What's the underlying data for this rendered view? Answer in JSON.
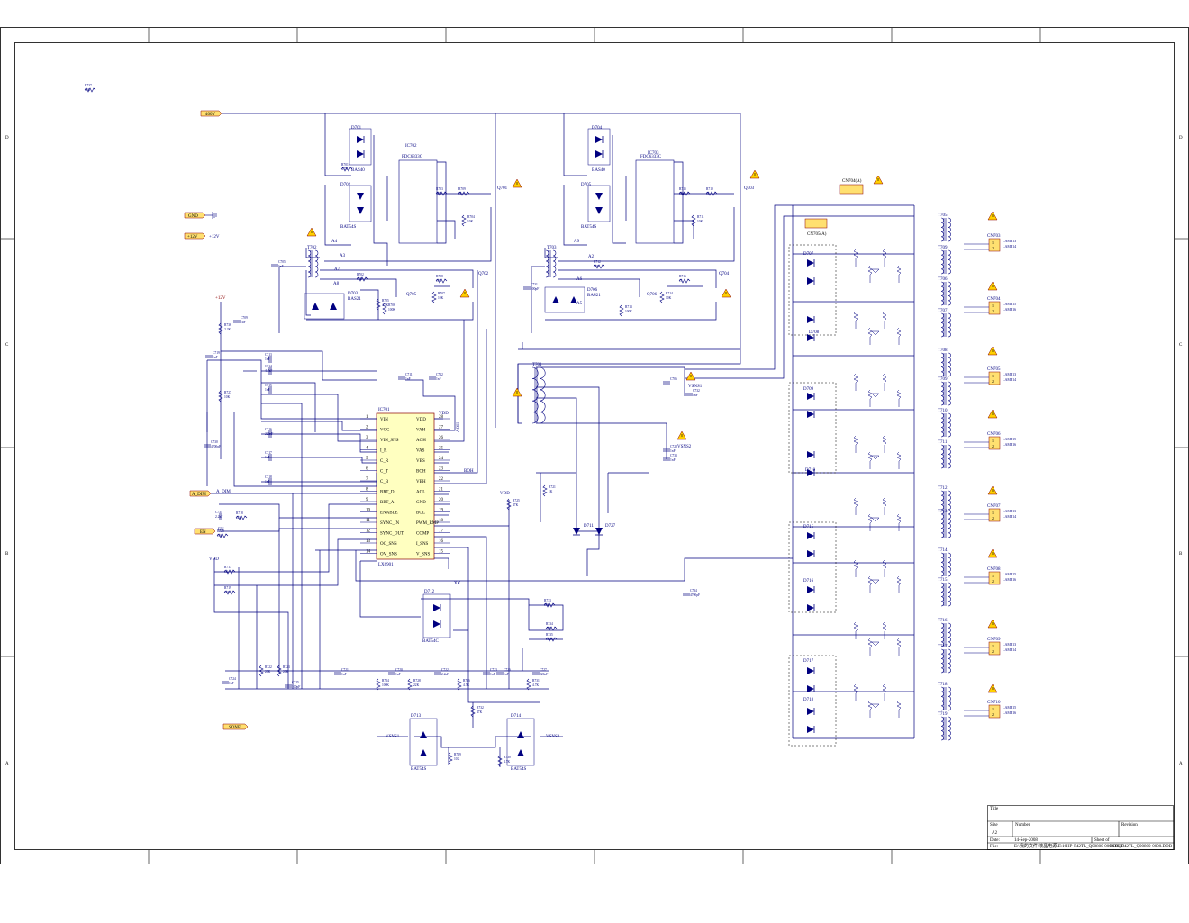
{
  "sheet": {
    "zone_rows": [
      "D",
      "C",
      "B",
      "A"
    ],
    "title_block": {
      "title_label": "Title",
      "size_label": "Size",
      "size_value": "A2",
      "number_label": "Number",
      "revision_label": "Revision",
      "date_label": "Date:",
      "date_value": "14-Sep-2008",
      "sheet_label": "Sheet   of",
      "file_label": "File:",
      "file_value": "E:\\我的文件\\液晶电源\\E\\16HP-F42TL_Q00800-0000.DDB",
      "drawn_label": "DDB_F42TL_Q00800-0000.DDB"
    }
  },
  "net_flags": {
    "v400": "400V",
    "gnd": "GND",
    "p12v": "+12V",
    "p12v_out": "+12V",
    "a_dim": "A_DIM",
    "en": "EN",
    "sone": "SONE",
    "cn704": "CN704(A)",
    "cn705": "CN705(A)"
  },
  "ic": {
    "ref": "IC701",
    "part": "LX6901",
    "left_pins": [
      {
        "num": "1",
        "name": "VIN"
      },
      {
        "num": "2",
        "name": "VCC"
      },
      {
        "num": "3",
        "name": "VIN_SNS"
      },
      {
        "num": "4",
        "name": "I_R"
      },
      {
        "num": "5",
        "name": "C_R"
      },
      {
        "num": "6",
        "name": "C_T"
      },
      {
        "num": "7",
        "name": "C_B"
      },
      {
        "num": "8",
        "name": "BRT_D"
      },
      {
        "num": "9",
        "name": "BRT_A"
      },
      {
        "num": "10",
        "name": "ENABLE"
      },
      {
        "num": "11",
        "name": "SYNC_IN"
      },
      {
        "num": "12",
        "name": "SYNC_OUT"
      },
      {
        "num": "13",
        "name": "OC_SNS"
      },
      {
        "num": "14",
        "name": "OV_SNS"
      }
    ],
    "right_pins": [
      {
        "num": "28",
        "name": "VDD"
      },
      {
        "num": "27",
        "name": "VAH"
      },
      {
        "num": "26",
        "name": "AOH"
      },
      {
        "num": "25",
        "name": "VAS"
      },
      {
        "num": "24",
        "name": "VBS"
      },
      {
        "num": "23",
        "name": "BOH"
      },
      {
        "num": "22",
        "name": "VBH"
      },
      {
        "num": "21",
        "name": "AOL"
      },
      {
        "num": "20",
        "name": "GND"
      },
      {
        "num": "19",
        "name": "BOL"
      },
      {
        "num": "18",
        "name": "PWM_RMP"
      },
      {
        "num": "17",
        "name": "COMP"
      },
      {
        "num": "16",
        "name": "I_SNS"
      },
      {
        "num": "15",
        "name": "V_SNS"
      }
    ]
  },
  "driver_ics": [
    {
      "ref": "IC702",
      "part": "FDC6333C"
    },
    {
      "ref": "IC703",
      "part": "FDC6333C"
    }
  ],
  "diodes": [
    {
      "ref": "D701",
      "part": "BAS40"
    },
    {
      "ref": "D702",
      "part": "BAT54S"
    },
    {
      "ref": "D703",
      "part": "BAS21"
    },
    {
      "ref": "D704",
      "part": "BAS40"
    },
    {
      "ref": "D705",
      "part": "BAT54S"
    },
    {
      "ref": "D706",
      "part": "BAS21"
    },
    {
      "ref": "D712",
      "part": "BAT54C"
    },
    {
      "ref": "D713",
      "part": "BAT54S"
    },
    {
      "ref": "D714",
      "part": "BAT54S"
    },
    {
      "ref": "D711",
      "part": ""
    },
    {
      "ref": "D727",
      "part": ""
    }
  ],
  "lamp_diodes": [
    "D707",
    "D708",
    "D709",
    "D710",
    "D715",
    "D716",
    "D717",
    "D718"
  ],
  "transformers_drive": [
    "T702",
    "T703",
    "T701"
  ],
  "transformers_out": [
    "T705",
    "T709",
    "T706",
    "T707",
    "T708",
    "T709",
    "T710",
    "T711",
    "T712",
    "T713",
    "T714",
    "T715",
    "T716",
    "T717",
    "T718",
    "T719"
  ],
  "connectors": [
    {
      "ref": "CN703",
      "pins": [
        "LAMP13",
        "LAMP14"
      ]
    },
    {
      "ref": "CN704",
      "pins": [
        "LAMP15",
        "LAMP16"
      ]
    },
    {
      "ref": "CN705",
      "pins": [
        "LAMP13",
        "LAMP14"
      ]
    },
    {
      "ref": "CN706",
      "pins": [
        "LAMP15",
        "LAMP16"
      ]
    },
    {
      "ref": "CN707",
      "pins": [
        "LAMP13",
        "LAMP14"
      ]
    },
    {
      "ref": "CN708",
      "pins": [
        "LAMP15",
        "LAMP16"
      ]
    },
    {
      "ref": "CN709",
      "pins": [
        "LAMP13",
        "LAMP14"
      ]
    },
    {
      "ref": "CN710",
      "pins": [
        "LAMP15",
        "LAMP16"
      ]
    }
  ],
  "mosfets": [
    "Q701",
    "Q702",
    "Q703",
    "Q704",
    "Q705",
    "Q706"
  ],
  "nets": {
    "a3": "A3",
    "a4": "A4",
    "a6": "A6",
    "a7": "A7",
    "a8": "A8",
    "a9": "A9",
    "a2": "A2",
    "a5": "A5",
    "aoh": "AOH",
    "boh": "BOH",
    "xx": "XX",
    "vdd1": "VDD",
    "vdd2": "VDD",
    "vdd3": "VDD",
    "vsns1": "VSNS1",
    "vsns2": "VSNS2",
    "vsns1b": "VSNS1",
    "vsns2b": "VSNS2"
  },
  "passives": [
    {
      "ref": "C705",
      "val": "1nF"
    },
    {
      "ref": "C706",
      "val": ""
    },
    {
      "ref": "C709",
      "val": "1uF"
    },
    {
      "ref": "C711",
      "val": "1nF"
    },
    {
      "ref": "C712",
      "val": "1nF"
    },
    {
      "ref": "C713",
      "val": "1nF"
    },
    {
      "ref": "C714",
      "val": "4.7nF"
    },
    {
      "ref": "C715",
      "val": "1nF"
    },
    {
      "ref": "C716",
      "val": "220nF"
    },
    {
      "ref": "C717",
      "val": "1nF"
    },
    {
      "ref": "C718",
      "val": "1nF"
    },
    {
      "ref": "C719",
      "val": "1uF"
    },
    {
      "ref": "C720",
      "val": "1uF"
    },
    {
      "ref": "C721",
      "val": "1nF"
    },
    {
      "ref": "C722",
      "val": "2.2nF"
    },
    {
      "ref": "C723",
      "val": "1nF"
    },
    {
      "ref": "C724",
      "val": "1nF"
    },
    {
      "ref": "C725",
      "val": "100pF"
    },
    {
      "ref": "C726",
      "val": "1nF"
    },
    {
      "ref": "C727",
      "val": "220nF"
    },
    {
      "ref": "C728",
      "val": "1nF"
    },
    {
      "ref": "C730",
      "val": "4700pF"
    },
    {
      "ref": "C731",
      "val": "100pF"
    },
    {
      "ref": "C732",
      "val": "1nF"
    },
    {
      "ref": "C733",
      "val": "1nF"
    },
    {
      "ref": "C734",
      "val": "4700pF"
    },
    {
      "ref": "C735",
      "val": "2.2nF"
    },
    {
      "ref": "R701",
      "val": "4.7K"
    },
    {
      "ref": "R702",
      "val": "10K"
    },
    {
      "ref": "R703",
      "val": "10K"
    },
    {
      "ref": "R704",
      "val": "10K"
    },
    {
      "ref": "R705",
      "val": "4.7K"
    },
    {
      "ref": "R706",
      "val": "100K"
    },
    {
      "ref": "R707",
      "val": "10K"
    },
    {
      "ref": "R708",
      "val": "10K"
    },
    {
      "ref": "R709",
      "val": "15"
    },
    {
      "ref": "R710",
      "val": "15"
    },
    {
      "ref": "R711",
      "val": "10K"
    },
    {
      "ref": "R712",
      "val": "10K"
    },
    {
      "ref": "R713",
      "val": "100K"
    },
    {
      "ref": "R714",
      "val": "10K"
    },
    {
      "ref": "R715",
      "val": "10K"
    },
    {
      "ref": "R716",
      "val": "15"
    },
    {
      "ref": "R717",
      "val": "1K"
    },
    {
      "ref": "R718",
      "val": "22K"
    },
    {
      "ref": "R719",
      "val": "10K"
    },
    {
      "ref": "R720",
      "val": "10K"
    },
    {
      "ref": "R721",
      "val": "1K"
    },
    {
      "ref": "R722",
      "val": "20K"
    },
    {
      "ref": "R723",
      "val": "20K"
    },
    {
      "ref": "R724",
      "val": "100K"
    },
    {
      "ref": "R725",
      "val": "47K"
    },
    {
      "ref": "R726",
      "val": "4.7K"
    },
    {
      "ref": "R727",
      "val": "10K"
    },
    {
      "ref": "R728",
      "val": "22K"
    },
    {
      "ref": "R729",
      "val": "10K"
    },
    {
      "ref": "R730",
      "val": "4.7K"
    },
    {
      "ref": "R731",
      "val": "4.7K"
    },
    {
      "ref": "R732",
      "val": "47K"
    },
    {
      "ref": "R733",
      "val": "10K"
    },
    {
      "ref": "R734",
      "val": "47K"
    },
    {
      "ref": "R735",
      "val": "100K"
    },
    {
      "ref": "R736",
      "val": "2.2K"
    },
    {
      "ref": "R737",
      "val": "10K"
    }
  ]
}
